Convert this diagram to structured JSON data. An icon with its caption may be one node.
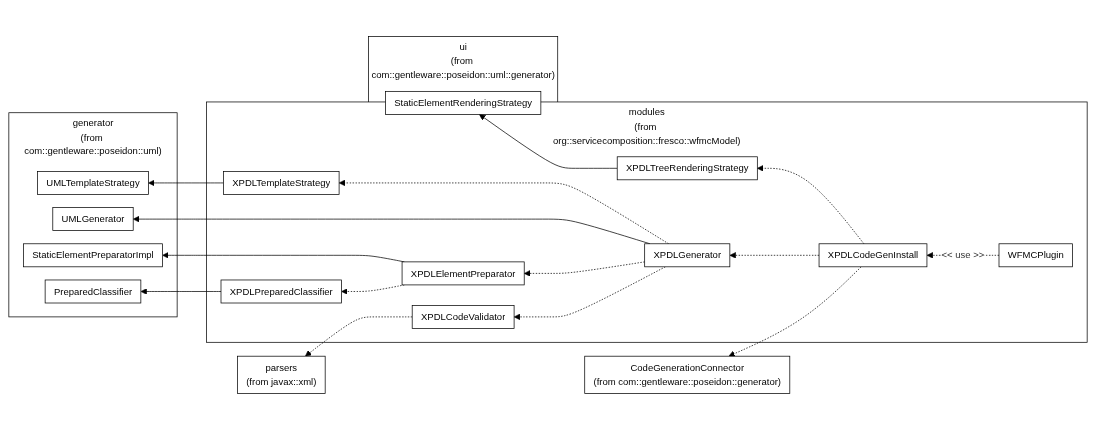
{
  "diagram": {
    "nodes": [
      {
        "text": [
          "generator",
          "(from com::gentleware::poseidon::uml)"
        ]
      },
      {
        "text": [
          "UMLTemplateStrategy"
        ],
        "in": 0
      },
      {
        "text": [
          "UMLGenerator"
        ],
        "in": 0
      },
      {
        "text": [
          "StaticElementPreparatorImpl"
        ],
        "in": 0
      },
      {
        "text": [
          "PreparedClassifier"
        ],
        "in": 0
      },
      {
        "text": [
          "modules",
          "(from org::servicecomposition::fresco::wfmcModel)"
        ]
      },
      {
        "text": [
          "XPDLTemplateStrategy"
        ],
        "in": 5
      },
      {
        "text": [
          "XPDLCodeValidator"
        ],
        "in": 5
      },
      {
        "text": [
          "XPDLGenerator"
        ],
        "in": 5
      },
      {
        "text": [
          "WFMCPlugin"
        ],
        "in": 5
      },
      {
        "text": [
          "XPDLElementPreparator"
        ],
        "in": 5
      },
      {
        "text": [
          "XPDLCodeGenInstall"
        ],
        "in": 5
      },
      {
        "text": [
          "XPDLPreparedClassifier"
        ],
        "in": 5
      },
      {
        "text": [
          "XPDLTreeRenderingStrategy"
        ],
        "in": 5
      },
      {
        "text": [
          "parsers",
          "(from javax::xml)"
        ]
      },
      {
        "text": [
          "CodeGenerationConnector",
          "(from com::gentleware::poseidon::generator)"
        ]
      },
      {
        "text": [
          "ui",
          "(from com::gentleware::poseidon::uml::generator)"
        ]
      },
      {
        "text": [
          "StaticElementRenderingStrategy"
        ],
        "in": 16
      }
    ],
    "edges": [
      {
        "from": 6,
        "to": 1,
        "arrow": "to"
      },
      {
        "from": 8,
        "to": 2,
        "arrow": "to"
      },
      {
        "from": 10,
        "to": 3,
        "arrow": "to"
      },
      {
        "from": 12,
        "to": 4,
        "arrow": "to"
      },
      {
        "from": 8,
        "to": 6,
        "arrow": "to",
        "style": "dashed"
      },
      {
        "from": 8,
        "to": 7,
        "arrow": "to",
        "style": "dashed"
      },
      {
        "from": 7,
        "to": 14,
        "arrow": "to",
        "style": "dashed"
      },
      {
        "from": 8,
        "to": 10,
        "arrow": "to",
        "style": "dashed"
      },
      {
        "from": 10,
        "to": 12,
        "arrow": "to",
        "style": "dashed"
      },
      {
        "from": 9,
        "to": 11,
        "arrow": "to",
        "style": "dashed",
        "label": "<< use >>"
      },
      {
        "from": 11,
        "to": 8,
        "arrow": "to",
        "style": "dashed"
      },
      {
        "from": 11,
        "to": 15,
        "arrow": "to",
        "style": "dashed"
      },
      {
        "from": 11,
        "to": 13,
        "arrow": "to",
        "style": "dashed"
      },
      {
        "from": 13,
        "to": 17,
        "arrow": "to"
      }
    ]
  }
}
